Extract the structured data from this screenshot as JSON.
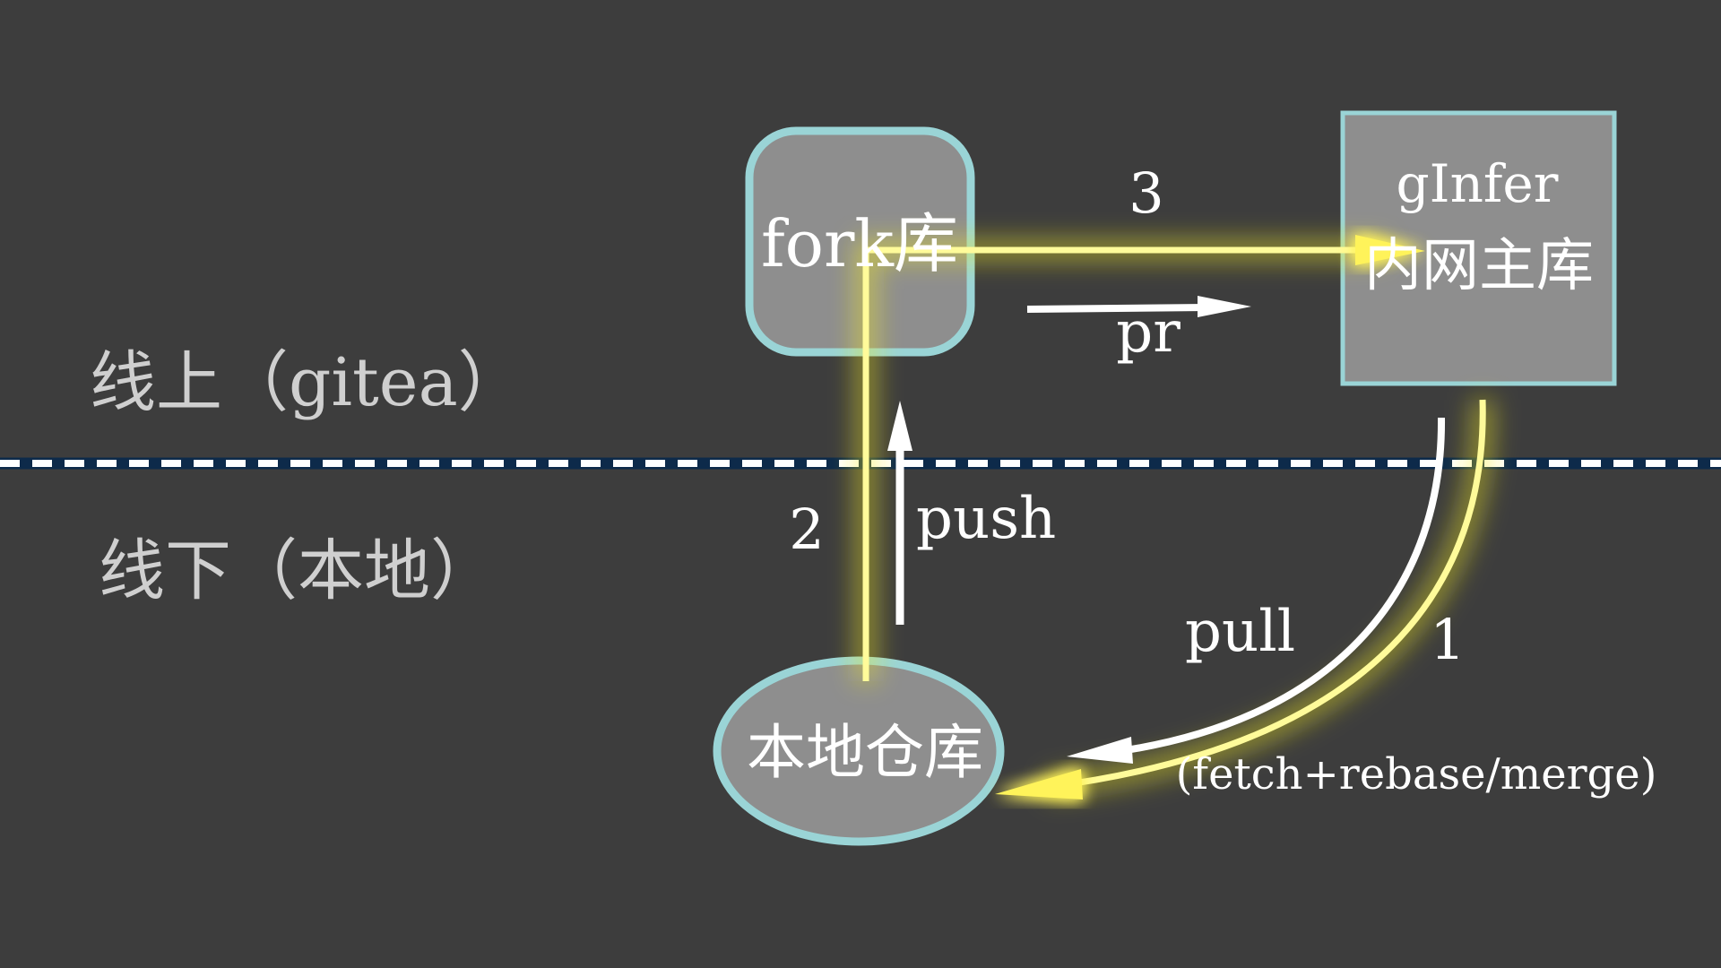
{
  "zones": {
    "online": "线上（gitea）",
    "offline": "线下（本地）"
  },
  "nodes": {
    "fork": "fork库",
    "main_line1": "gInfer",
    "main_line2": "内网主库",
    "local": "本地仓库"
  },
  "steps": {
    "step1": "1",
    "step2": "2",
    "step3": "3"
  },
  "actions": {
    "pr": "pr",
    "push": "push",
    "pull": "pull",
    "pull_detail": "(fetch+rebase/merge)"
  },
  "colors": {
    "background": "#3d3d3d",
    "node_fill": "#8e8e8e",
    "node_stroke": "#9ad4d6",
    "glow_path": "#fffb9a",
    "glow_color": "#f5ef20",
    "text": "#ffffff",
    "zone_text": "#cfcfcf",
    "divider": "#ffffff",
    "divider_shadow": "#0d2a4a"
  }
}
